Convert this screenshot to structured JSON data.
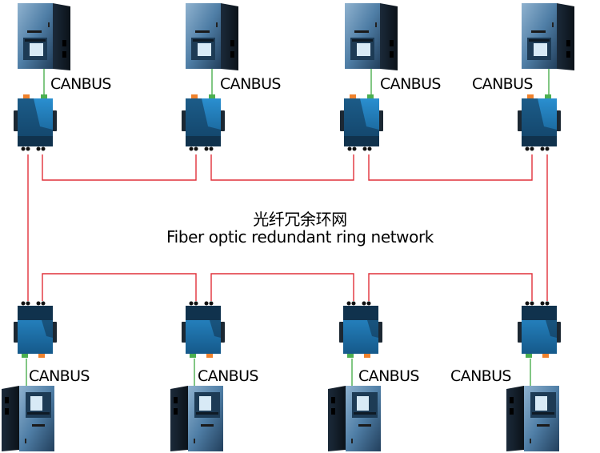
{
  "title": {
    "chinese": "光纤冗余环网",
    "english": "Fiber optic redundant ring network"
  },
  "colors": {
    "fiber": "#e0303a",
    "canbus": "#4caf50",
    "module_body": "#1a6fa8",
    "module_dark": "#10324d"
  },
  "top_nodes": [
    {
      "bus_label": "CANBUS"
    },
    {
      "bus_label": "CANBUS"
    },
    {
      "bus_label": "CANBUS"
    },
    {
      "bus_label": "CANBUS"
    }
  ],
  "bottom_nodes": [
    {
      "bus_label": "CANBUS"
    },
    {
      "bus_label": "CANBUS"
    },
    {
      "bus_label": "CANBUS"
    },
    {
      "bus_label": "CANBUS"
    }
  ],
  "icons": {
    "cabinet": "control-cabinet-icon",
    "module": "fiber-converter-module-icon"
  }
}
